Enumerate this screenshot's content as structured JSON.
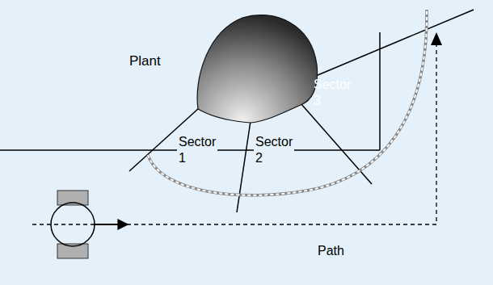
{
  "diagram": {
    "nodes": [
      {
        "text": [
          "Plant"
        ]
      }
    ],
    "labels": [
      "Sector 1",
      "Sector 2",
      "Sector 3",
      "Path"
    ]
  }
}
